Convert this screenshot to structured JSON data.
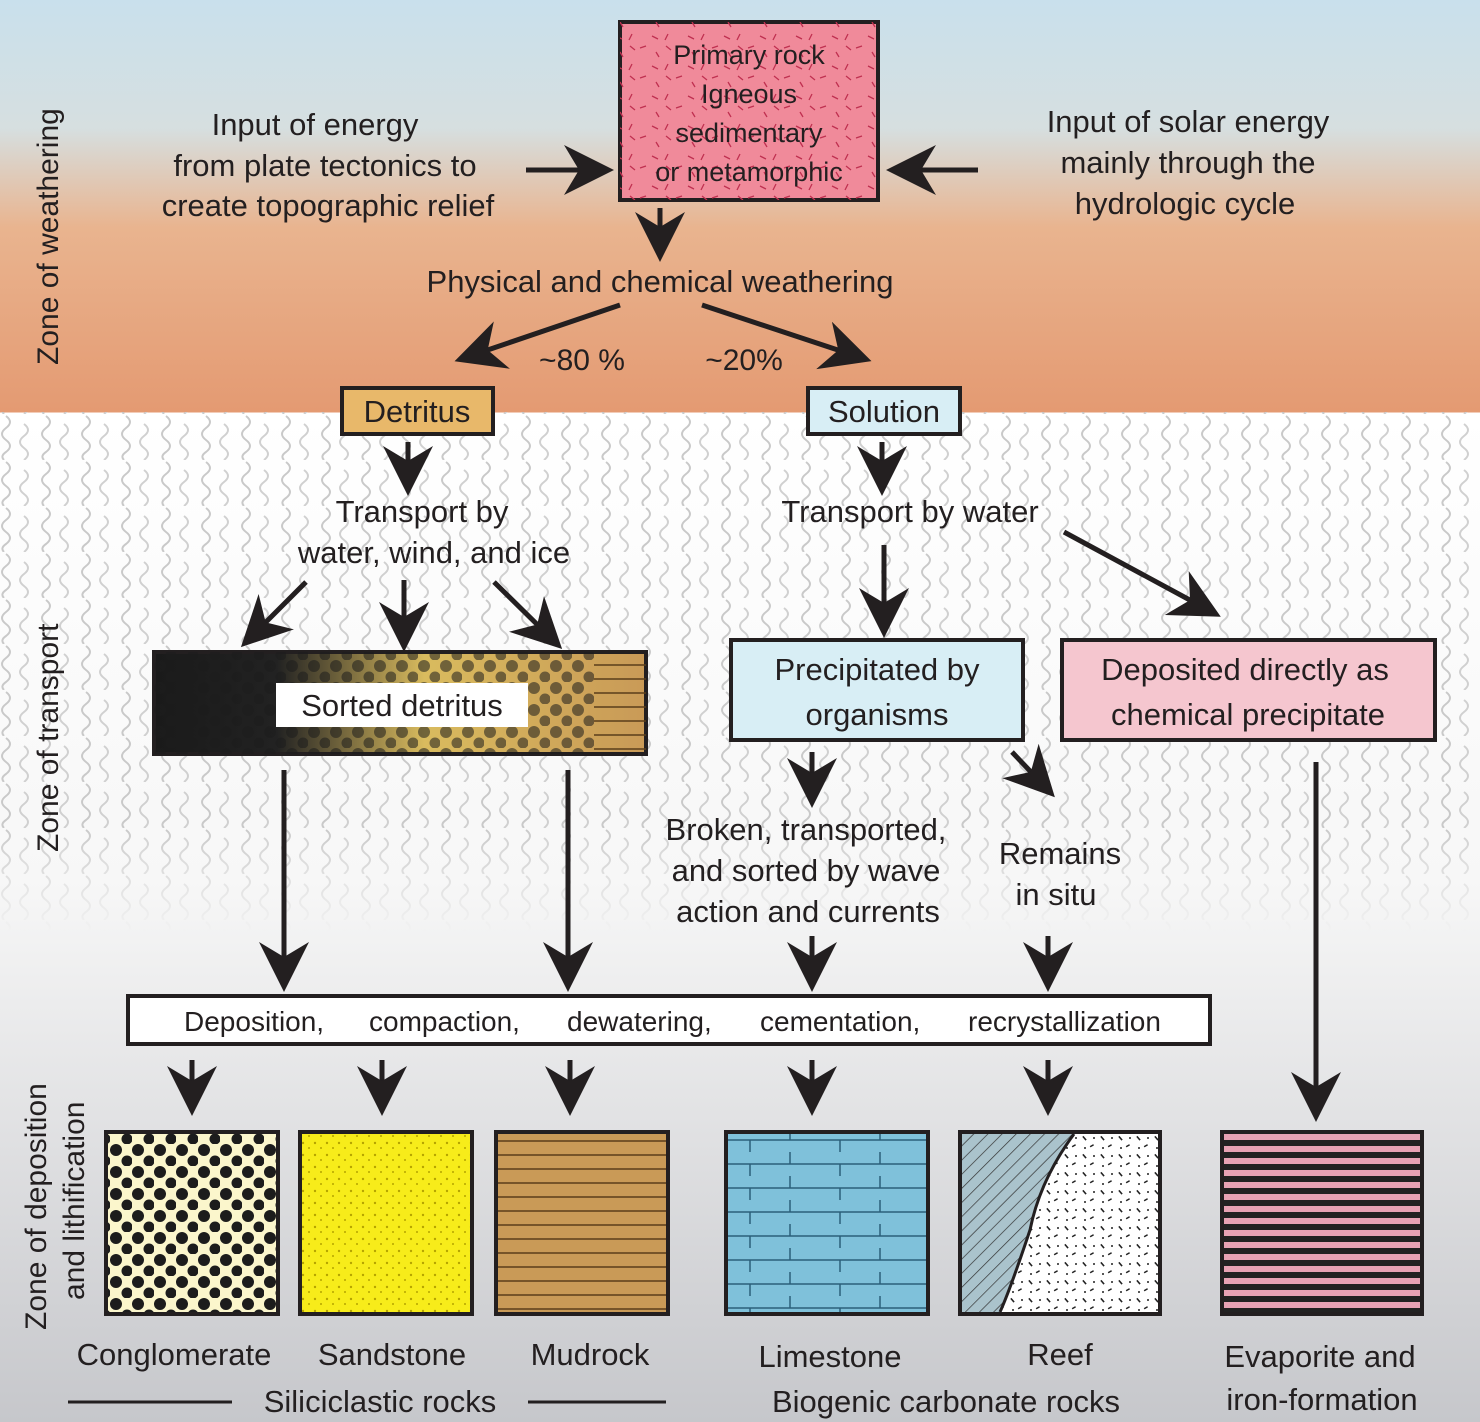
{
  "zones": {
    "weathering": "Zone of weathering",
    "transport": "Zone of transport",
    "deposition_line1": "Zone of deposition",
    "deposition_line2": "and lithification"
  },
  "primary_rock": [
    "Primary rock",
    "Igneous",
    "sedimentary",
    "or metamorphic"
  ],
  "input_tectonic": [
    "Input of energy",
    "from plate tectonics to",
    "create topographic relief"
  ],
  "input_solar": [
    "Input of solar energy",
    "mainly through the",
    "hydrologic cycle"
  ],
  "weathering_label": "Physical and chemical weathering",
  "pct_detritus": "~80 %",
  "pct_solution": "~20%",
  "detritus": "Detritus",
  "solution": "Solution",
  "transport_detritus": [
    "Transport by",
    "water, wind, and ice"
  ],
  "transport_solution": "Transport by water",
  "sorted_detritus": "Sorted detritus",
  "precipitated_by_organisms": [
    "Precipitated by",
    "organisms"
  ],
  "deposited_directly": [
    "Deposited directly as",
    "chemical precipitate"
  ],
  "broken_transported": [
    "Broken, transported,",
    "and sorted by wave",
    "action and currents"
  ],
  "remains_in_situ": [
    "Remains",
    "in situ"
  ],
  "process_bar": [
    "Deposition,",
    "compaction,",
    "dewatering,",
    "cementation,",
    "recrystallization"
  ],
  "rocks": [
    "Conglomerate",
    "Sandstone",
    "Mudrock",
    "Limestone",
    "Reef",
    "Evaporite and"
  ],
  "rock_evaporite_line2": "iron-formation",
  "group_siliciclastic": "Siliciclastic rocks",
  "group_biogenic": "Biogenic carbonate rocks",
  "colors": {
    "sky": "#c9e0ec",
    "weathering_zone": "#e49a72",
    "primary_rock_fill": "#f08a9a",
    "detritus_fill": "#e8b86a",
    "solution_fill": "#d8eef5",
    "organisms_fill": "#d8eef5",
    "chemical_fill": "#f5c6cf",
    "conglomerate_fill": "#fbf6cc",
    "sandstone_fill": "#f7ec1a",
    "mudrock_fill": "#c99a57",
    "limestone_fill": "#7fc1da",
    "reef_fill": "#aac3cc",
    "evaporite_line": "#e7a2b4"
  }
}
